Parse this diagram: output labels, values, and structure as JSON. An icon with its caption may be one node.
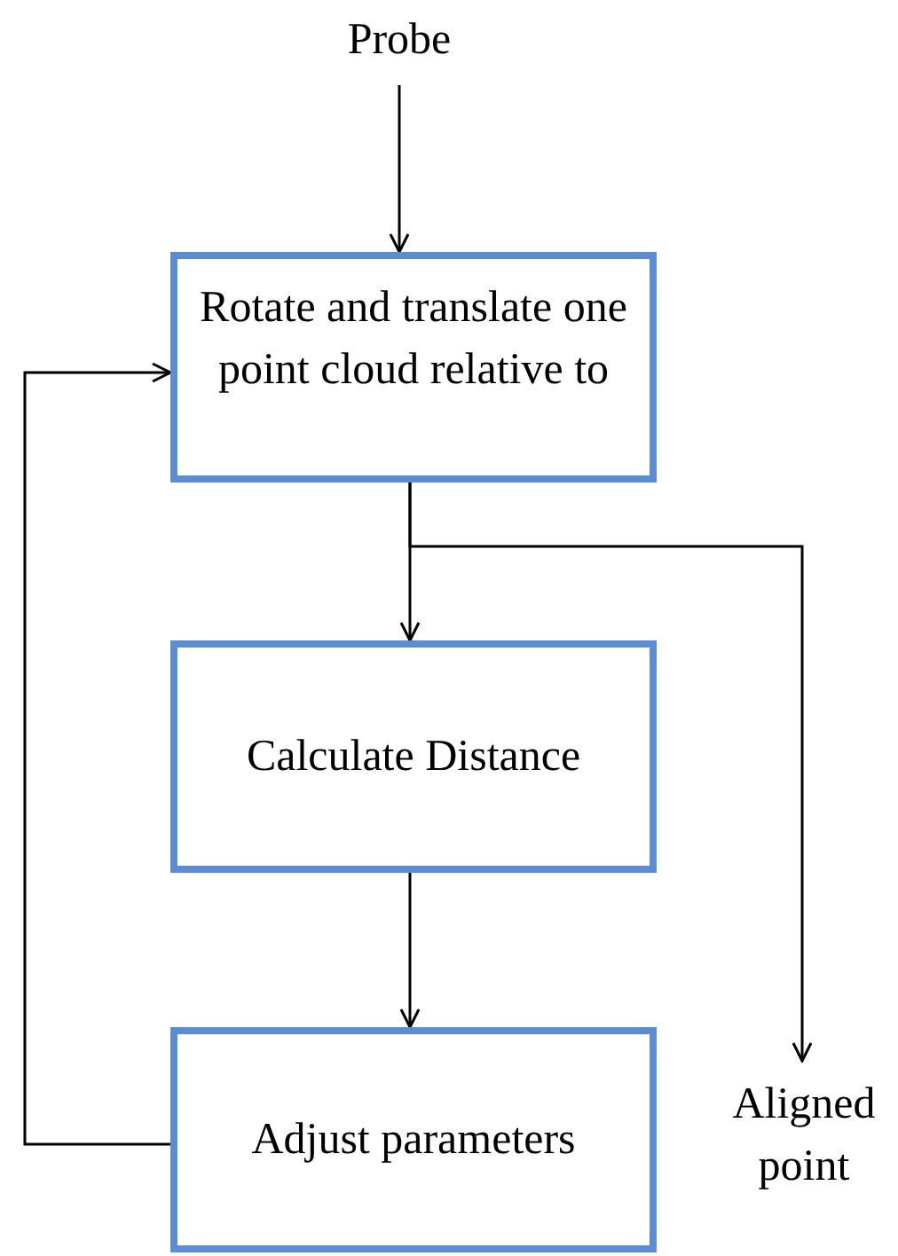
{
  "diagram": {
    "nodes": [
      {
        "text": [
          "Probe"
        ]
      },
      {
        "text": [
          "Rotate and translate one point cloud relative to"
        ]
      },
      {
        "text": [
          "Calculate Distance"
        ]
      },
      {
        "text": [
          "Adjust parameters"
        ]
      },
      {
        "text": [
          "Aligned point"
        ]
      }
    ],
    "edges": [
      {
        "from": 0,
        "to": 1,
        "arrow": "to"
      },
      {
        "from": 1,
        "to": 2,
        "arrow": "to"
      },
      {
        "from": 1,
        "to": 4,
        "arrow": "to"
      },
      {
        "from": 2,
        "to": 3,
        "arrow": "to"
      },
      {
        "from": 3,
        "to": 1,
        "arrow": "to"
      }
    ]
  }
}
